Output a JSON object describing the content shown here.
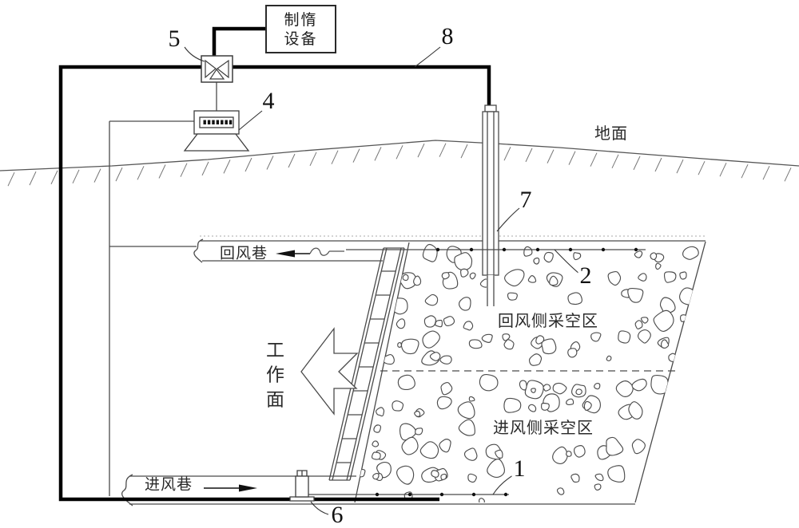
{
  "figure": {
    "surface": {
      "equipment_line1": "制惰",
      "equipment_line2": "设备",
      "ground_label": "地面"
    },
    "mine": {
      "return_airway_label": "回风巷",
      "intake_airway_label": "进风巷",
      "working_face_label": "工作面",
      "goaf_return_side_label": "回风侧采空区",
      "goaf_intake_side_label": "进风侧采空区"
    },
    "callouts": {
      "intake_goaf_buried_pipe": "1",
      "return_goaf_buried_pipe": "2",
      "controller": "4",
      "three_way_valve": "5",
      "release_device": "6",
      "surface_borehole": "7",
      "main_inert_gas_pipe": "8"
    }
  },
  "colors": {
    "thick_pipe": "#000000",
    "thin_line": "#4a4a4a",
    "stone_outline": "#4d4d4d",
    "background": "#ffffff"
  }
}
